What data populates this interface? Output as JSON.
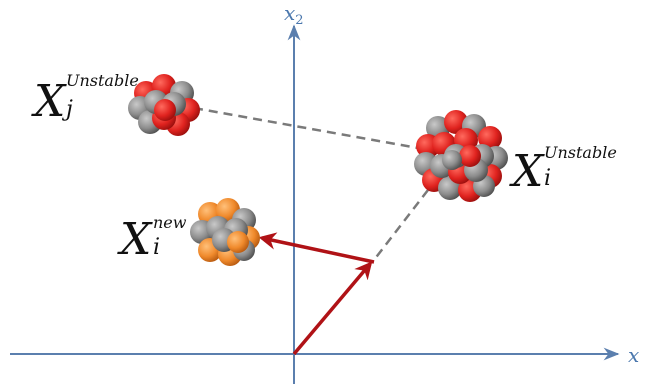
{
  "axes": {
    "x_label": "x",
    "y_label": "x",
    "y_subscript": "2",
    "color": "#5b7fae"
  },
  "nuclei": {
    "xj_unstable": {
      "symbol": "X",
      "subscript": "j",
      "superscript": "Unstable",
      "colors": [
        "#e0231f",
        "#8c8c8c"
      ]
    },
    "xi_unstable": {
      "symbol": "X",
      "subscript": "i",
      "superscript": "Unstable",
      "colors": [
        "#e0231f",
        "#8c8c8c"
      ]
    },
    "xi_new": {
      "symbol": "X",
      "subscript": "i",
      "superscript": "new",
      "colors": [
        "#f08a2c",
        "#8c8c8c"
      ]
    }
  },
  "connector_color": "#7a7a7a",
  "arrow_color": "#b01216"
}
